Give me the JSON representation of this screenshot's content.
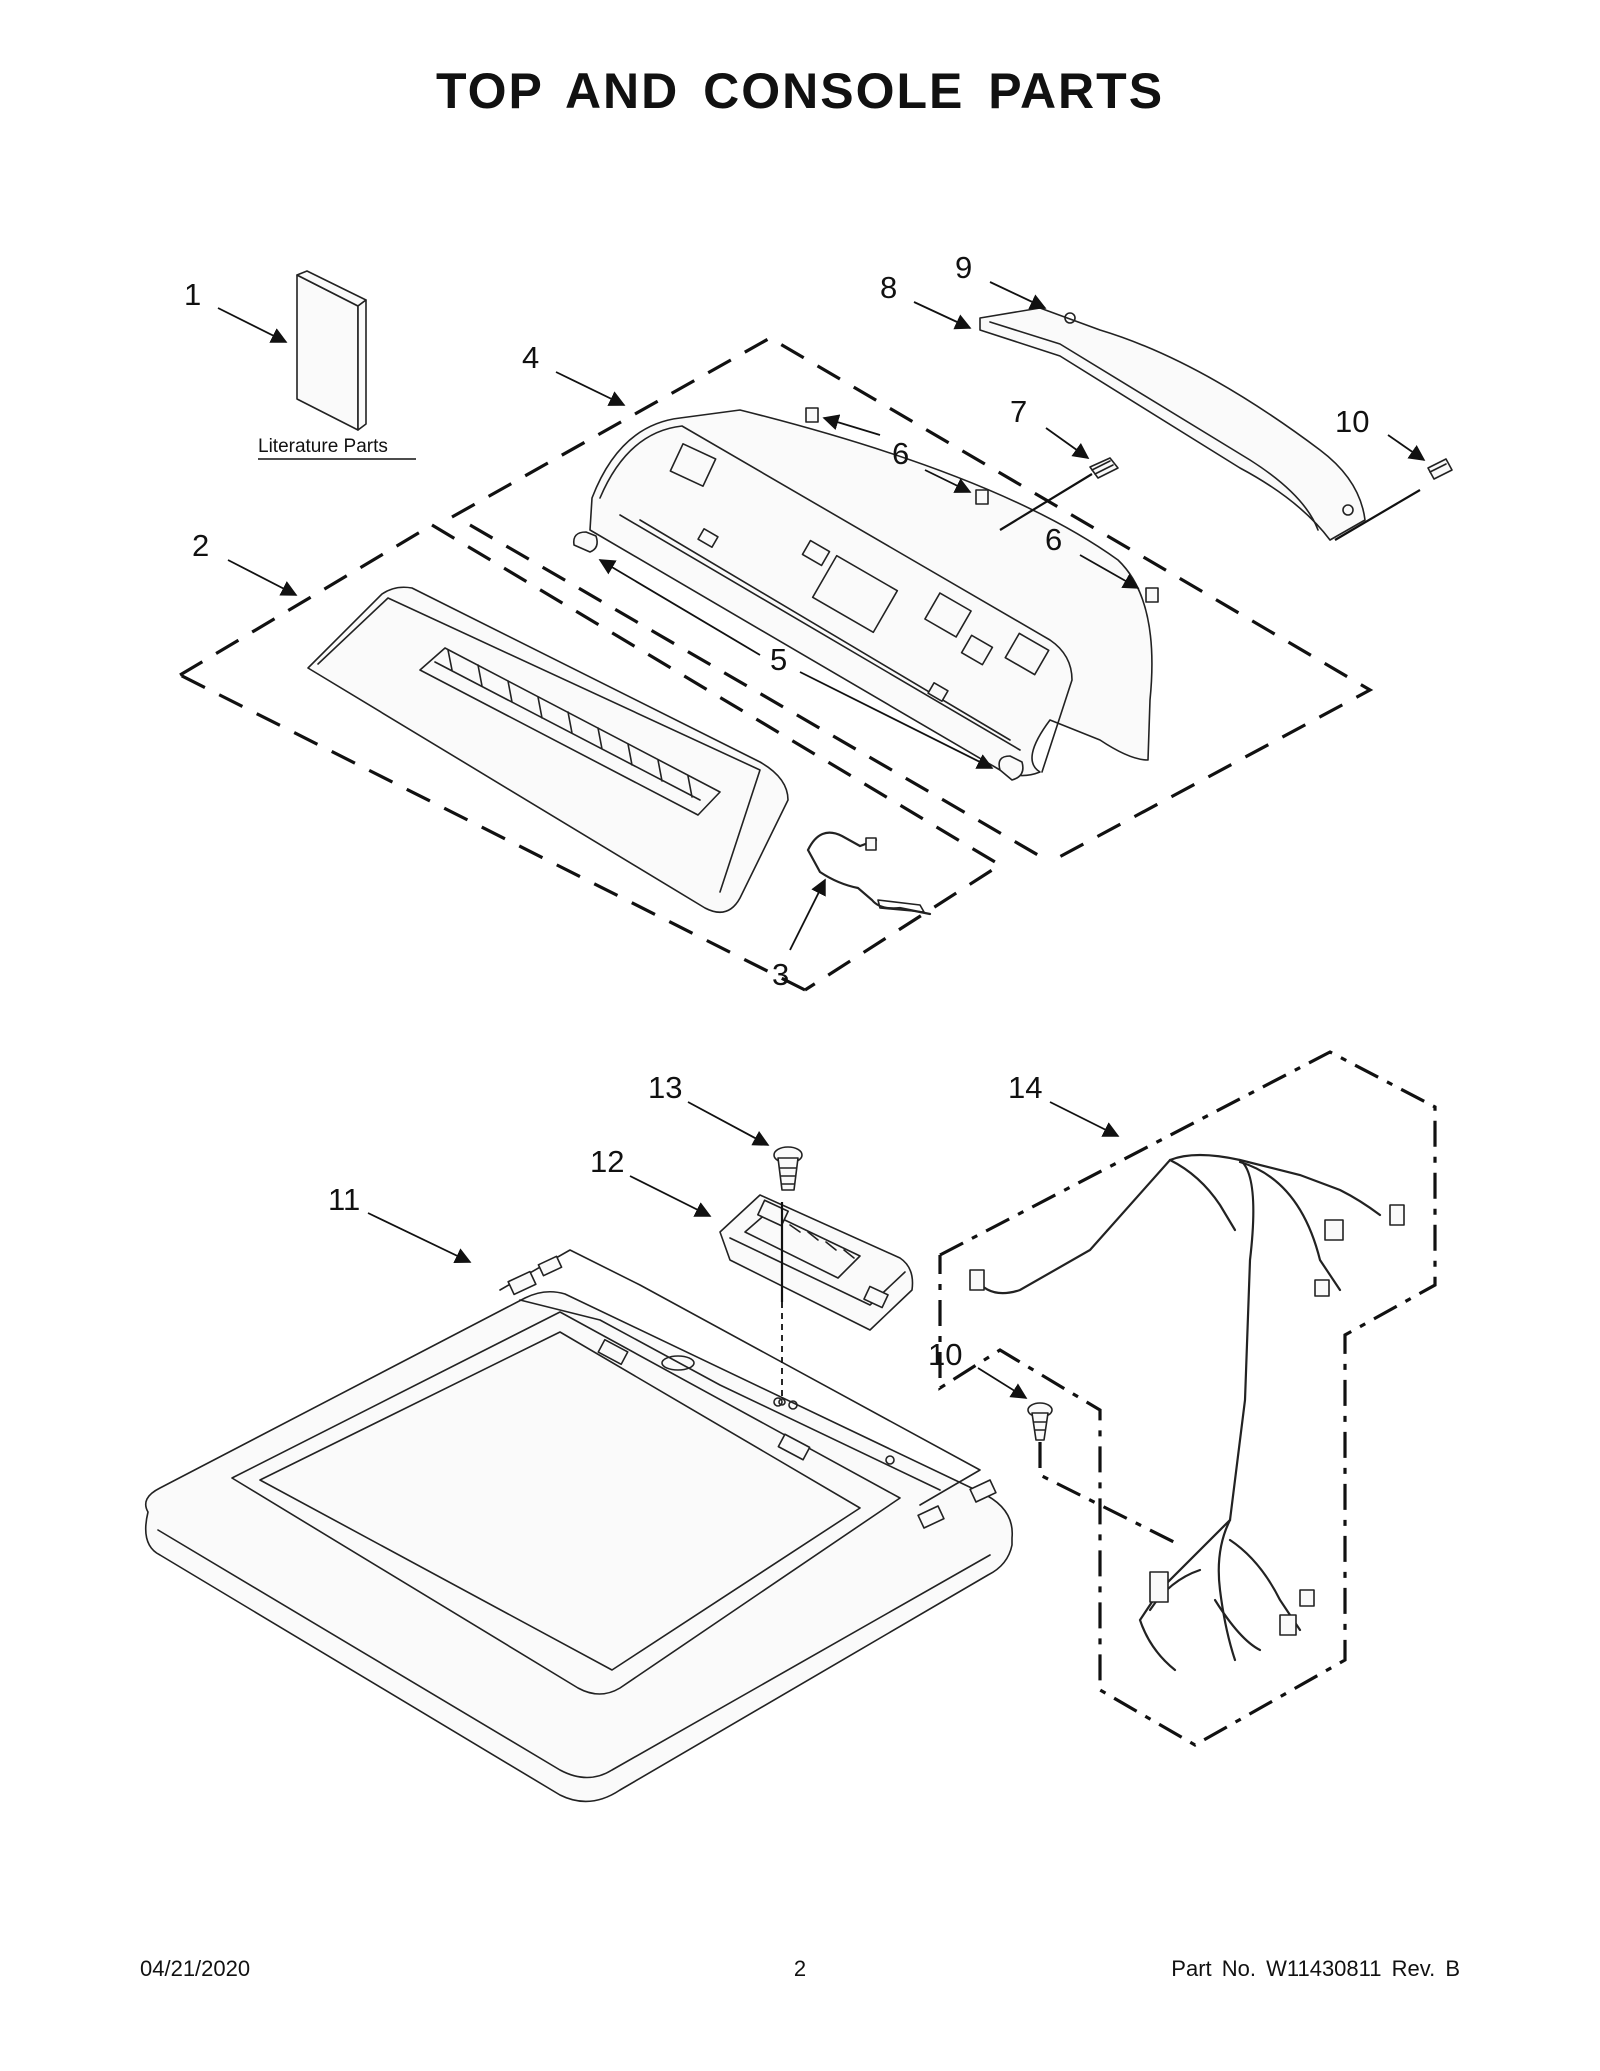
{
  "title": "TOP AND CONSOLE PARTS",
  "literature_label": "Literature Parts",
  "callouts": {
    "c1": "1",
    "c2": "2",
    "c3": "3",
    "c4": "4",
    "c5": "5",
    "c6a": "6",
    "c6b": "6",
    "c7": "7",
    "c8": "8",
    "c9": "9",
    "c10a": "10",
    "c10b": "10",
    "c11": "11",
    "c12": "12",
    "c13": "13",
    "c14": "14"
  },
  "footer": {
    "date": "04/21/2020",
    "page": "2",
    "part_number": "Part No.  W11430811  Rev.  B"
  }
}
